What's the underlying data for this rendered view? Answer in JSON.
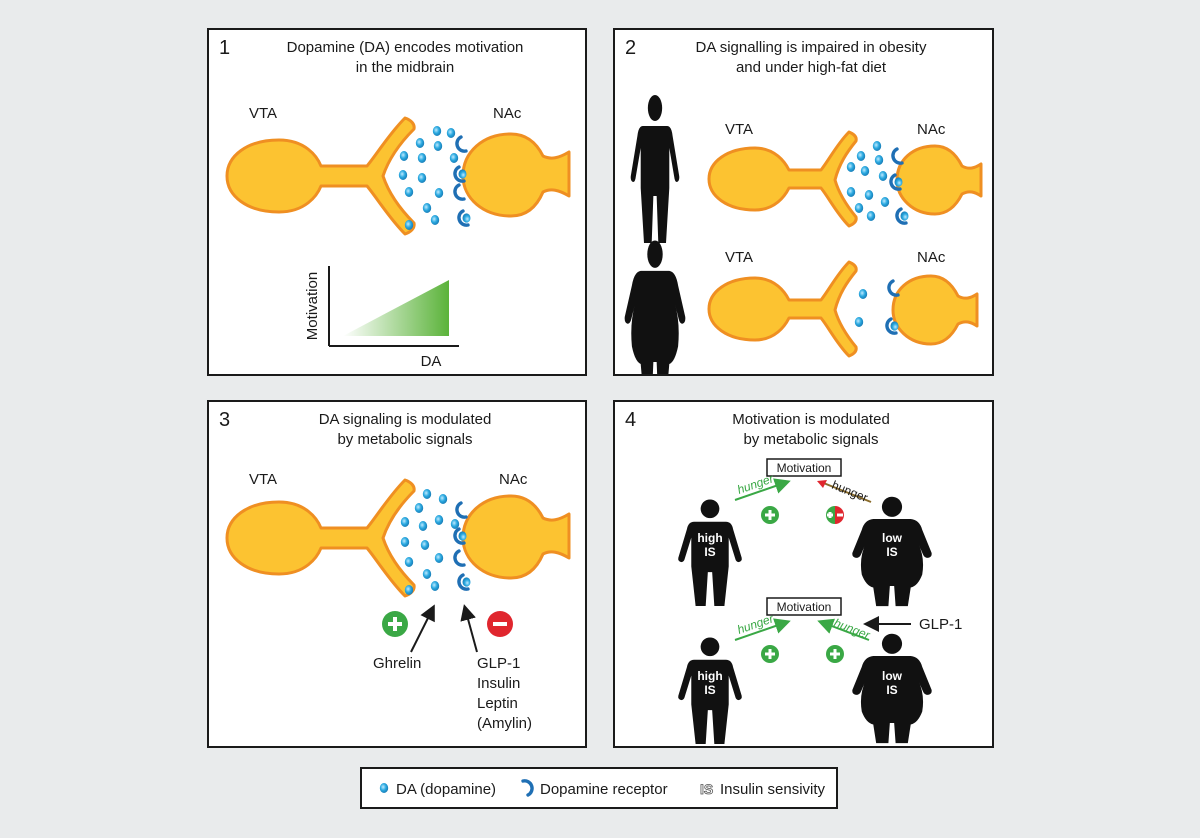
{
  "panels": [
    {
      "number": "1",
      "title_line1": "Dopamine (DA) encodes motivation",
      "title_line2": "in the midbrain",
      "left_label": "VTA",
      "right_label": "NAc",
      "axis_y": "Motivation",
      "axis_x": "DA"
    },
    {
      "number": "2",
      "title_line1": "DA signalling is impaired in obesity",
      "title_line2": "and under high-fat diet",
      "left_label": "VTA",
      "right_label": "NAc"
    },
    {
      "number": "3",
      "title_line1": "DA signaling is modulated",
      "title_line2": "by metabolic signals",
      "left_label": "VTA",
      "right_label": "NAc",
      "left_signal": "Ghrelin",
      "right_signals": [
        "GLP-1",
        "Insulin",
        "Leptin",
        "(Amylin)"
      ]
    },
    {
      "number": "4",
      "title_line1": "Motivation is modulated",
      "title_line2": "by metabolic signals",
      "box_label": "Motivation",
      "arrow_label": "hunger",
      "lean_text_1": "high",
      "lean_text_2": "IS",
      "obese_text_1": "low",
      "obese_text_2": "IS",
      "drug_label": "GLP-1"
    }
  ],
  "legend": {
    "da": "DA (dopamine)",
    "receptor": "Dopamine receptor",
    "is_symbol": "IS",
    "is": "Insulin sensivity"
  },
  "colors": {
    "neuron_fill": "#fcc331",
    "neuron_stroke": "#ef8f22",
    "dopamine": "#2aa9e0",
    "receptor": "#1f6fb4",
    "plus": "#3aa845",
    "minus": "#e0262e",
    "ink": "#1a1a1a"
  }
}
